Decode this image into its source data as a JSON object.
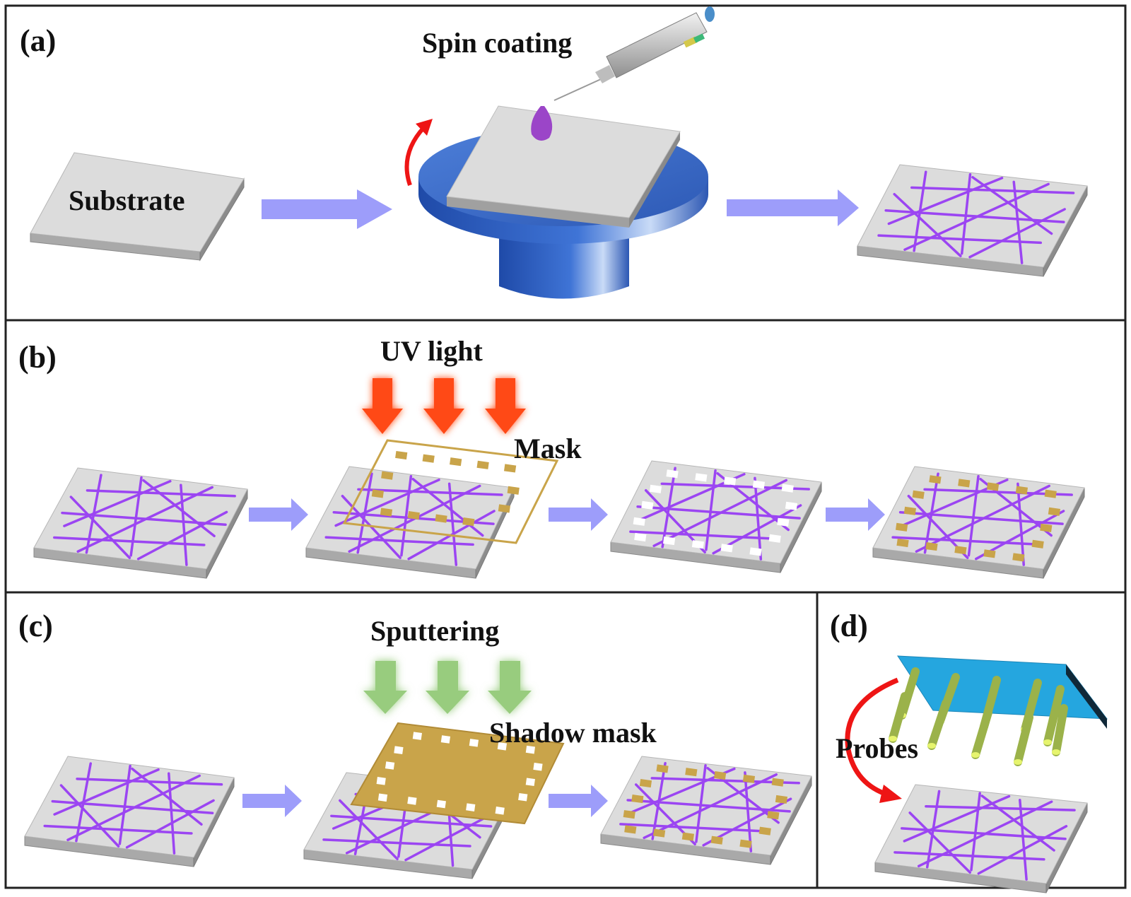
{
  "panels": {
    "a": {
      "label": "(a)",
      "step": "Spin coating",
      "substrate": "Substrate"
    },
    "b": {
      "label": "(b)",
      "step": "UV light",
      "mask": "Mask"
    },
    "c": {
      "label": "(c)",
      "step": "Sputtering",
      "mask": "Shadow mask"
    },
    "d": {
      "label": "(d)",
      "probes": "Probes"
    }
  },
  "colors": {
    "substrate_top": "#dcdcdc",
    "substrate_side": "#a9a9a9",
    "nanowire": "#9b45f2",
    "electrode": "#c9a44a",
    "flow_arrow": "#9d9dfa",
    "uv_arrow": "#ff4a14",
    "sputter_arrow": "#98cc7e",
    "spin_stage": "#3a6ccc",
    "probe_plate": "#25a6df",
    "probe": "#9bb24a",
    "rotation_arrow": "#ee1515"
  }
}
